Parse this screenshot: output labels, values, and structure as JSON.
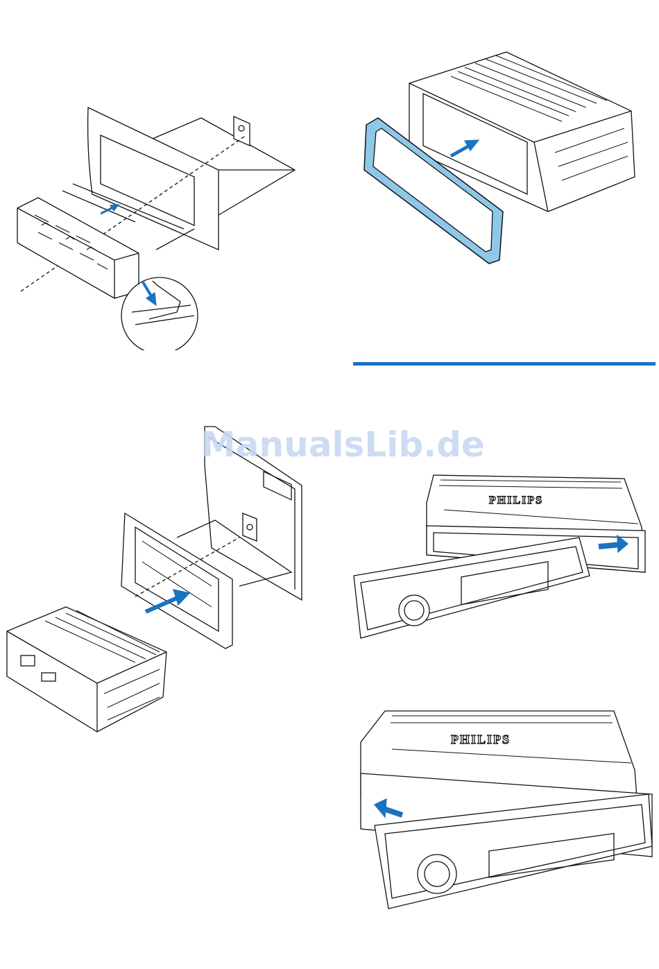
{
  "watermark": "ManualsLib.de",
  "brand": "PHILIPS",
  "colors": {
    "accent": "#1a73c1",
    "trim": "#8ec8e8",
    "line": "#111111",
    "watermark": "#c8d9f2"
  },
  "figures": [
    {
      "name": "mounting-sleeve-figure"
    },
    {
      "name": "trim-frame-figure"
    },
    {
      "name": "unit-insert-figure"
    },
    {
      "name": "panel-detach-figure"
    },
    {
      "name": "panel-attach-figure"
    }
  ]
}
